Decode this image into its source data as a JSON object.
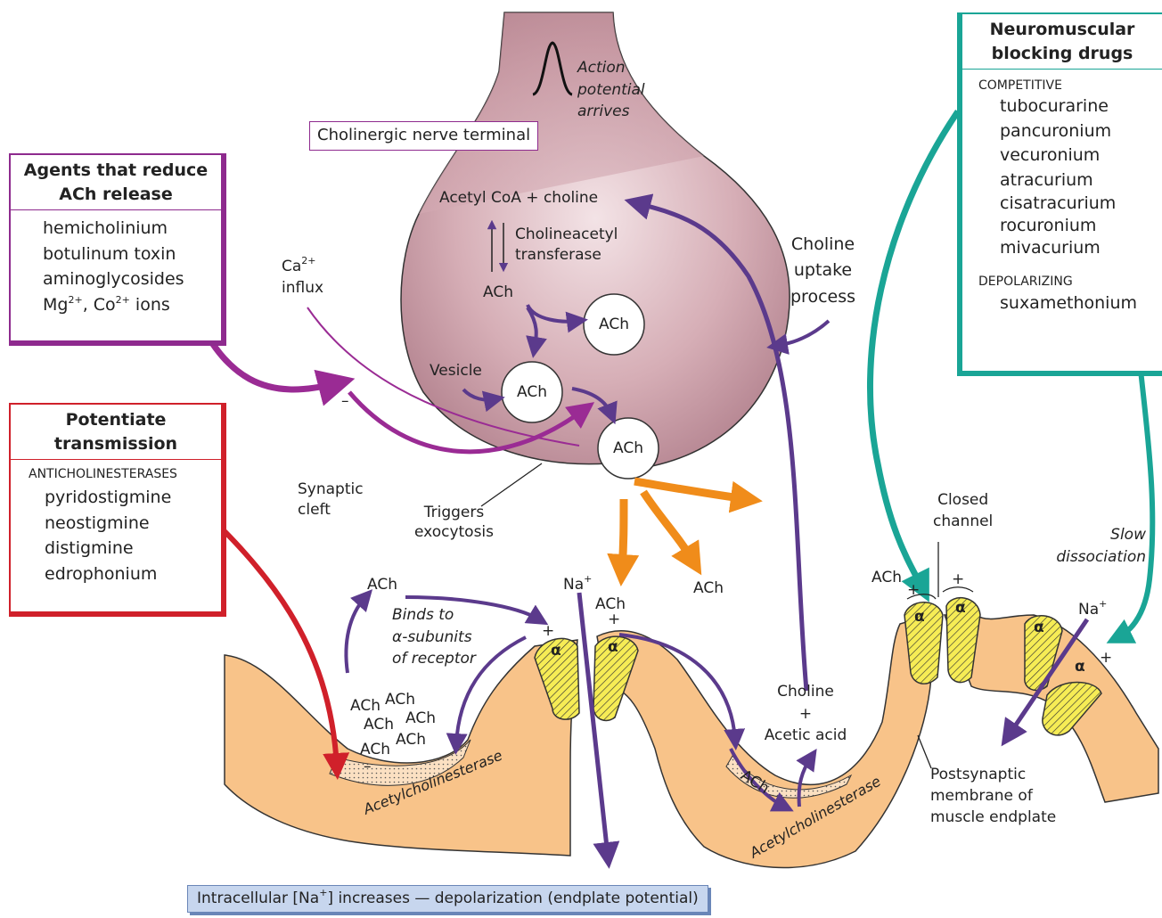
{
  "nerve_terminal": {
    "label": "Cholinergic nerve terminal",
    "action_potential": [
      "Action",
      "potential",
      "arrives"
    ],
    "acetyl_coa": "Acetyl CoA + choline",
    "enzyme": [
      "Cholineacetyl",
      "transferase"
    ],
    "ach": "ACh",
    "vesicle": "Vesicle",
    "triggers": [
      "Triggers",
      "exocytosis"
    ]
  },
  "ca_influx": {
    "ca": "Ca",
    "ca_sup": "2+",
    "influx": "influx",
    "minus": "–"
  },
  "reduce_box": {
    "title": [
      "Agents that reduce",
      "ACh release"
    ],
    "items": [
      "hemicholinium",
      "botulinum toxin",
      "aminoglycosides"
    ],
    "ions": {
      "mg": "Mg",
      "sup1": "2+",
      "co": ", Co",
      "sup2": "2+",
      "tail": " ions"
    },
    "color": "#8e2a8e"
  },
  "potentiate_box": {
    "title": [
      "Potentiate",
      "transmission"
    ],
    "category": "ANTICHOLINESTERASES",
    "items": [
      "pyridostigmine",
      "neostigmine",
      "distigmine",
      "edrophonium"
    ],
    "color": "#d0202a"
  },
  "blocking_box": {
    "title": [
      "Neuromuscular",
      "blocking drugs"
    ],
    "competitive_label": "COMPETITIVE",
    "competitive": [
      "tubocurarine",
      "pancuronium",
      "vecuronium",
      "atracurium",
      "cisatracurium",
      "rocuronium",
      "mivacurium"
    ],
    "depolarizing_label": "DEPOLARIZING",
    "depolarizing": [
      "suxamethonium"
    ],
    "color": "#1aa596"
  },
  "cleft": {
    "synaptic_cleft": [
      "Synaptic",
      "cleft"
    ],
    "binds": [
      "Binds to",
      "α-subunits",
      "of receptor"
    ],
    "choline_uptake": [
      "Choline",
      "uptake",
      "process"
    ],
    "choline_acetic": [
      "Choline",
      "+",
      "Acetic acid"
    ],
    "closed_channel": [
      "Closed",
      "channel"
    ],
    "slow_dissociation": [
      "Slow",
      "dissociation"
    ],
    "postsynaptic": [
      "Postsynaptic",
      "membrane of",
      "muscle endplate"
    ],
    "na": "Na",
    "na_sup": "+",
    "plus": "+",
    "minus": "–",
    "alpha": "α",
    "acetylcholinesterase": "Acetylcholinesterase"
  },
  "footer": {
    "pre": "Intracellular [Na",
    "sup": "+",
    "post": "] increases — depolarization (endplate potential)"
  }
}
